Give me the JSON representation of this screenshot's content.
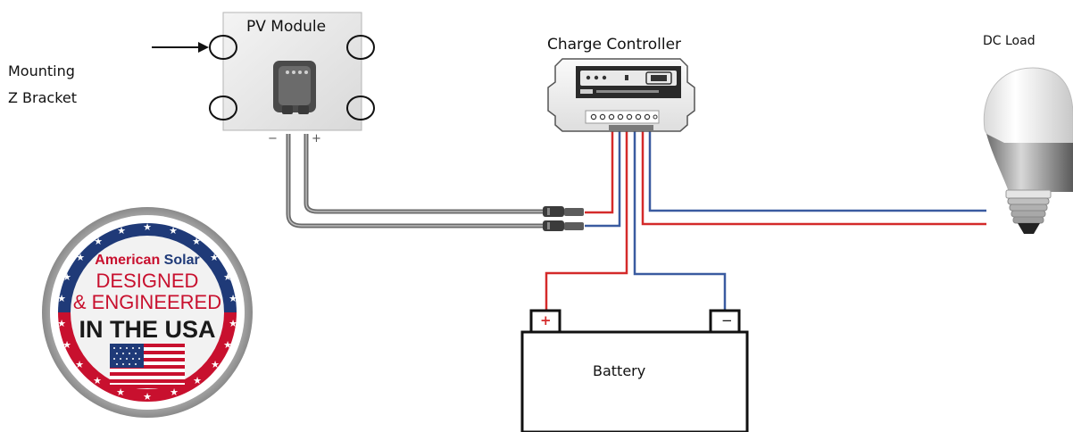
{
  "labels": {
    "pv_module": "PV Module",
    "mounting_line1": "Mounting",
    "mounting_line2": "Z Bracket",
    "charge_controller": "Charge Controller",
    "dc_load": "DC Load",
    "battery": "Battery",
    "pv_minus": "−",
    "pv_plus": "+",
    "battery_plus": "+",
    "battery_minus": "−"
  },
  "badge": {
    "brand_left": "American",
    "brand_right": "Solar",
    "line1": "DESIGNED",
    "line2": "& ENGINEERED",
    "line3": "IN THE USA"
  },
  "colors": {
    "positive_wire": "#d42a2a",
    "negative_wire": "#3a5ba0",
    "pv_cable": "#6a6a6a",
    "badge_red": "#c8102e",
    "badge_blue": "#1f3a78"
  }
}
